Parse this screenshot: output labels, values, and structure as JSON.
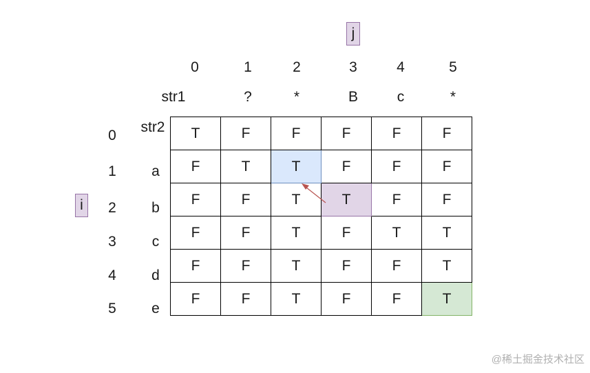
{
  "markers": {
    "j": "j",
    "i": "i"
  },
  "col_indices": [
    "0",
    "1",
    "2",
    "3",
    "4",
    "5"
  ],
  "row_indices": [
    "0",
    "1",
    "2",
    "3",
    "4",
    "5"
  ],
  "str1_label": "str1",
  "str1_chars": [
    "",
    "?",
    "*",
    "B",
    "c",
    "*"
  ],
  "str2_label": "str2",
  "str2_chars": [
    "",
    "a",
    "b",
    "c",
    "d",
    "e"
  ],
  "matrix": [
    [
      "T",
      "F",
      "F",
      "F",
      "F",
      "F"
    ],
    [
      "F",
      "T",
      "T",
      "F",
      "F",
      "F"
    ],
    [
      "F",
      "F",
      "T",
      "T",
      "F",
      "F"
    ],
    [
      "F",
      "F",
      "T",
      "F",
      "T",
      "T"
    ],
    [
      "F",
      "F",
      "T",
      "F",
      "F",
      "T"
    ],
    [
      "F",
      "F",
      "T",
      "F",
      "F",
      "T"
    ]
  ],
  "highlights": {
    "dependency_cell": [
      1,
      2
    ],
    "current_cell": [
      2,
      3
    ],
    "result_cell": [
      5,
      5
    ]
  },
  "colors": {
    "blue_fill": "#dae8fc",
    "purple_fill": "#e1d5e7",
    "green_fill": "#d5e8d4",
    "arrow": "#b85450"
  },
  "watermark": "@稀土掘金技术社区"
}
